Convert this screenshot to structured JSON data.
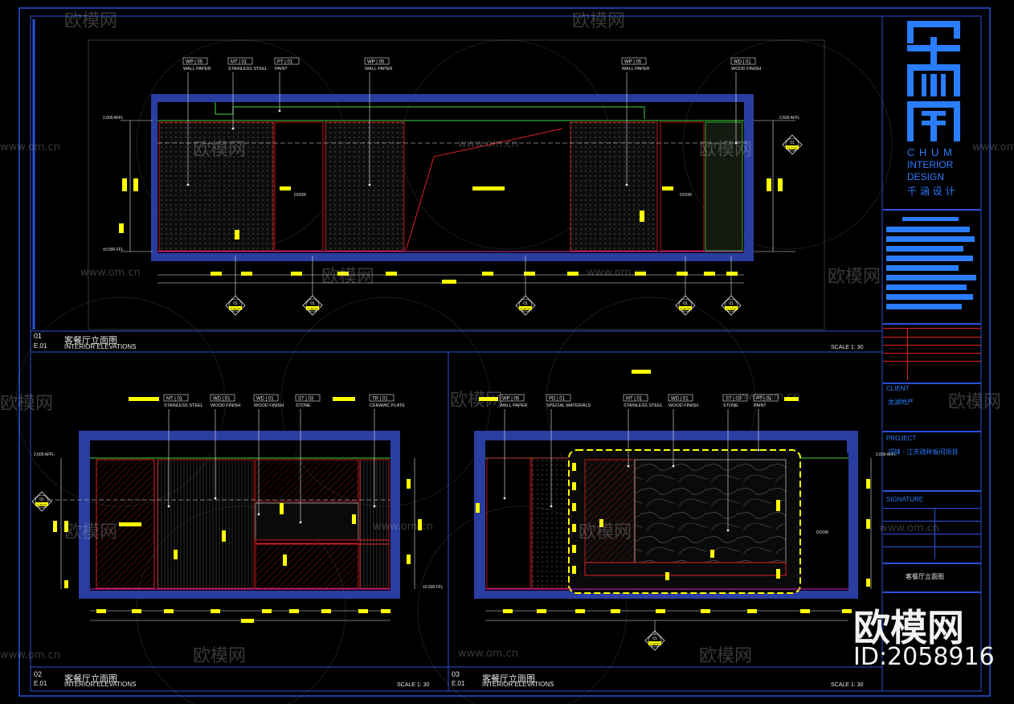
{
  "colors": {
    "frame": "#2a52d8",
    "yellow": "#ffff00",
    "green": "#3fd43f",
    "red": "#e02020",
    "white": "#e8e8e8",
    "cyan": "#3aa0ff",
    "magenta": "#d020d0"
  },
  "panels": [
    {
      "num": "01",
      "sheet": "E.01",
      "title_cn": "客餐厅立面图",
      "title_en": "INTERIOR ELEVATIONS",
      "scale": "SCALE  1: 30"
    },
    {
      "num": "02",
      "sheet": "E.01",
      "title_cn": "客餐厅立面图",
      "title_en": "INTERIOR ELEVATIONS",
      "scale": "SCALE  1: 30"
    },
    {
      "num": "03",
      "sheet": "E.01",
      "title_cn": "客餐厅立面图",
      "title_en": "INTERIOR ELEVATIONS",
      "scale": "SCALE  1: 30"
    }
  ],
  "tags1": [
    {
      "code": "WP | 05",
      "desc": "WALL PAPER"
    },
    {
      "code": "MT | 01",
      "desc": "STAINLESS STEEL"
    },
    {
      "code": "PT | 01",
      "desc": "PAINT"
    },
    {
      "code": "WP | 05",
      "desc": "WALL PAPER"
    },
    {
      "code": "WP | 05",
      "desc": "WALL PAPER"
    },
    {
      "code": "WD | 01",
      "desc": "WOOD FINISH"
    }
  ],
  "tags2": [
    {
      "code": "MT | 01",
      "desc": "STAINLESS STEEL"
    },
    {
      "code": "WD | 01",
      "desc": "WOOD FINISH"
    },
    {
      "code": "WD | 01",
      "desc": "WOOD FINISH"
    },
    {
      "code": "ST | 03",
      "desc": "STONE"
    },
    {
      "code": "TR | 01",
      "desc": "CERAMIC PLATE"
    }
  ],
  "tags3": [
    {
      "code": "WP | 05",
      "desc": "WALL PAPER"
    },
    {
      "code": "PD | 01",
      "desc": "SPECIAL MATERIALS"
    },
    {
      "code": "MT | 01",
      "desc": "STAINLESS STEEL"
    },
    {
      "code": "WD | 01",
      "desc": "WOOD FINISH"
    },
    {
      "code": "ST | 03",
      "desc": "STONE"
    },
    {
      "code": "PT | 01",
      "desc": "PAINT"
    }
  ],
  "levels": {
    "top": "2,600 AFFL",
    "bottom": "±0.000 FFL",
    "right_top": "2,600 AFFL"
  },
  "door_label": "DOOR",
  "markers1": [
    "01\nG.M.01",
    "01\nG.M.02",
    "01\nG.M.03",
    "01\nG.M.04",
    "01\nG.T.02"
  ],
  "marker3": "01\nG.M.02",
  "titleblock": {
    "logo_line1": "C H U M",
    "logo_line2": "INTERIOR",
    "logo_line3": "DESIGN",
    "logo_cn": "千 涵 设 计",
    "client_label": "CLIENT",
    "client_value": "龙湖地产",
    "project_label": "PROJECT",
    "project_value": "邛崃 · 江天疏样板间项目",
    "signature_label": "SIGNATURE",
    "drawing_title": "客餐厅立面图"
  },
  "watermark": {
    "text": "欧模网",
    "url": "www.om.cn",
    "brand": "欧模网",
    "id": "ID:2058916"
  }
}
